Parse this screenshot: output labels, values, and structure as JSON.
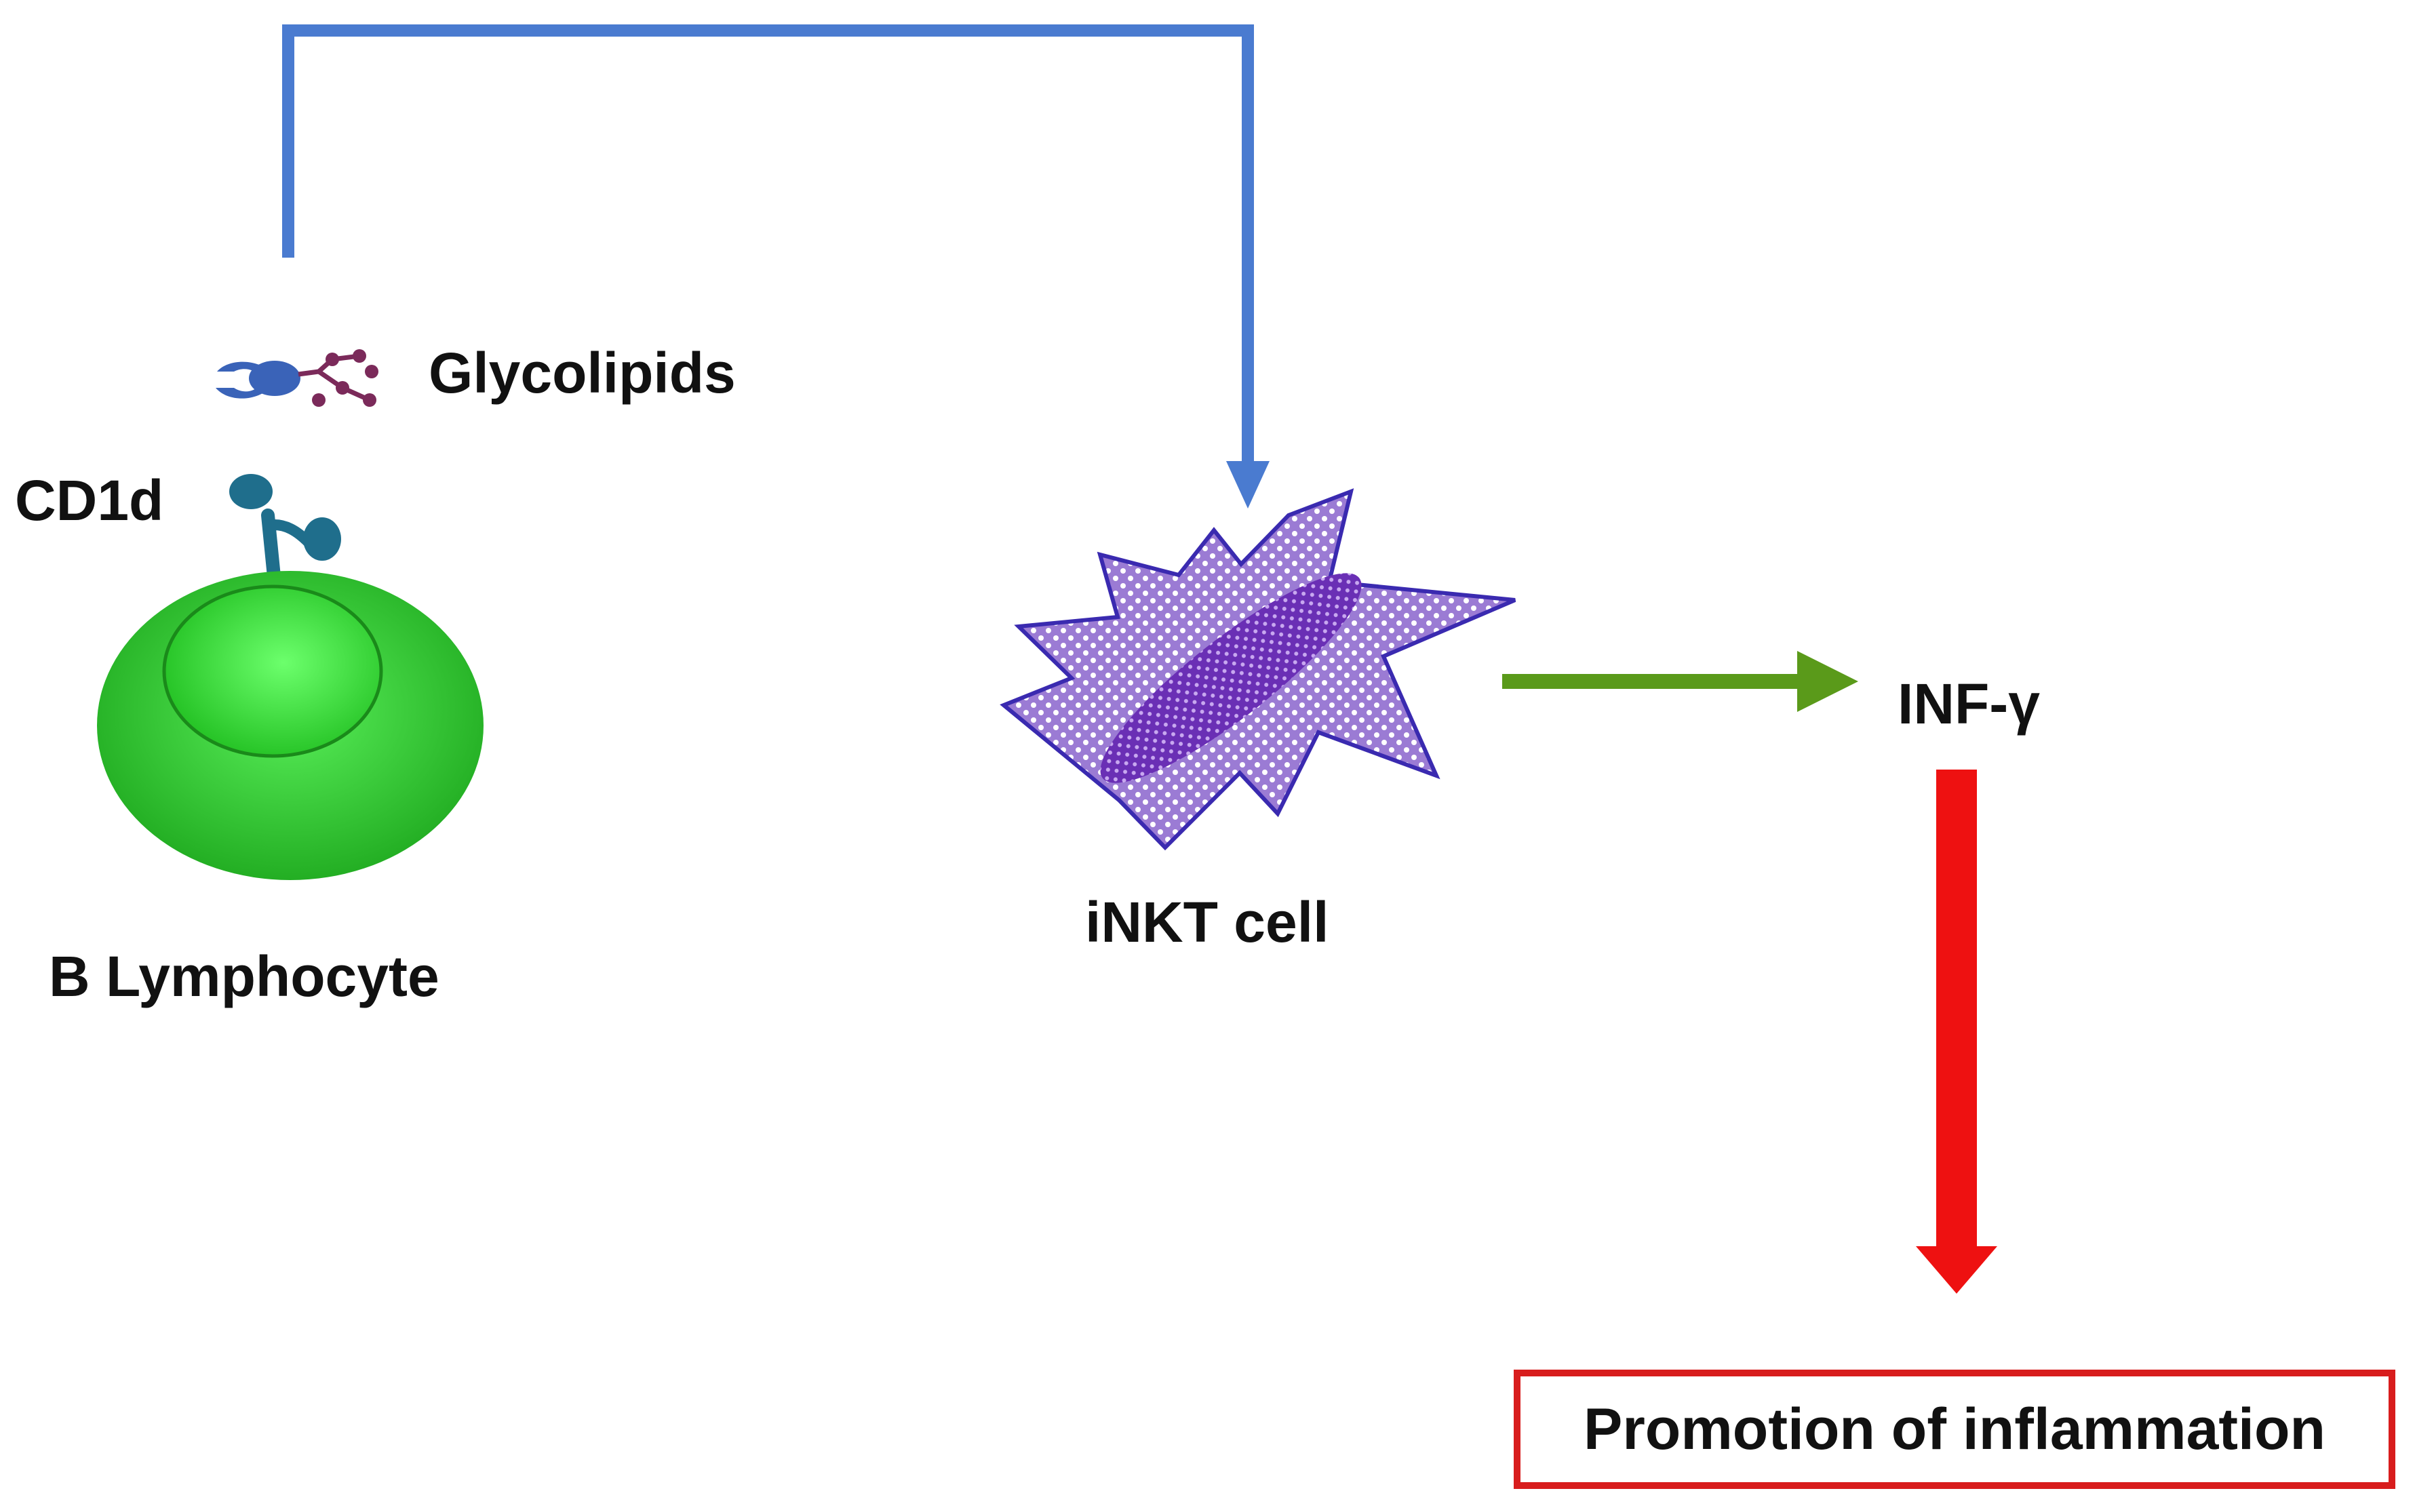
{
  "labels": {
    "glycolipids": "Glycolipids",
    "cd1d": "CD1d",
    "b_lymphocyte": "B Lymphocyte",
    "inkt_cell": "iNKT cell",
    "inf_gamma": "INF-γ",
    "outcome": "Promotion of inflammation"
  },
  "colors": {
    "b_cell": "#2fd02f",
    "b_cell_nucleus": "#3cf03c",
    "cd1d": "#1f6e8c",
    "glycolipid_head": "#3a63b8",
    "glycolipid_chain": "#7b2a5a",
    "inkt_cell": "#9b7bd4",
    "inkt_nucleus": "#6a2fb5",
    "arrow_presentation": "#4a7bd0",
    "arrow_secretion": "#5a9a1a",
    "arrow_outcome": "#ee1111",
    "outcome_border": "#d81d1d"
  },
  "connections": [
    {
      "from": "glycolipids",
      "to": "inkt_cell",
      "color": "arrow_presentation"
    },
    {
      "from": "inkt_cell",
      "to": "inf_gamma",
      "color": "arrow_secretion"
    },
    {
      "from": "inf_gamma",
      "to": "outcome",
      "color": "arrow_outcome"
    }
  ]
}
